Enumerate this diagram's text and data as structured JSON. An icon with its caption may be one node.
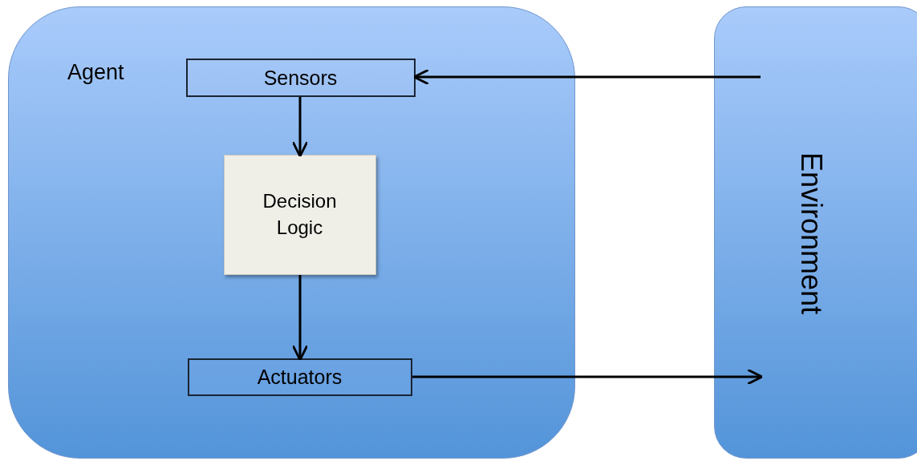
{
  "diagram": {
    "nodes": [
      {
        "text": [
          "Agent"
        ]
      },
      {
        "text": [
          "Sensors"
        ],
        "in": 0
      },
      {
        "text": [
          "Decision Logic"
        ],
        "in": 0
      },
      {
        "text": [
          "Actuators"
        ],
        "in": 0
      },
      {
        "text": [
          "Environment"
        ]
      }
    ],
    "edges": [
      {
        "from": 4,
        "to": 1,
        "arrow": "to"
      },
      {
        "from": 1,
        "to": 2,
        "arrow": "to"
      },
      {
        "from": 2,
        "to": 3,
        "arrow": "to"
      },
      {
        "from": 3,
        "to": 4,
        "arrow": "to"
      }
    ]
  }
}
